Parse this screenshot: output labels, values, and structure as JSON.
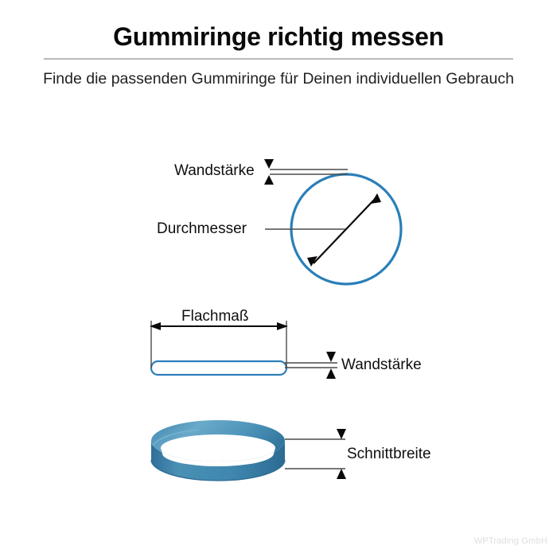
{
  "header": {
    "title": "Gummiringe richtig messen",
    "subtitle": "Finde die passenden Gummiringe für Deinen individuellen Gebrauch"
  },
  "diagrams": [
    {
      "id": "cross-section-ring",
      "shape": "circle-outline",
      "labels": {
        "wall_thickness": "Wandstärke",
        "diameter": "Durchmesser"
      }
    },
    {
      "id": "flat-band",
      "shape": "rounded-pill-outline",
      "labels": {
        "flat_measure": "Flachmaß",
        "wall_thickness": "Wandstärke"
      }
    },
    {
      "id": "three-d-ring",
      "shape": "3d-band-ring",
      "labels": {
        "cut_width": "Schnittbreite"
      }
    }
  ],
  "watermark": "WPTrading GmbH",
  "colors": {
    "ring_blue": "#2b7fb8",
    "ring_fill_light": "#5b9fc4",
    "ring_fill_dark": "#2a6f9c",
    "line_dark": "#3a3a3a",
    "text": "#0f0f0f",
    "divider": "#b9b9b9",
    "watermark": "#dedede"
  }
}
